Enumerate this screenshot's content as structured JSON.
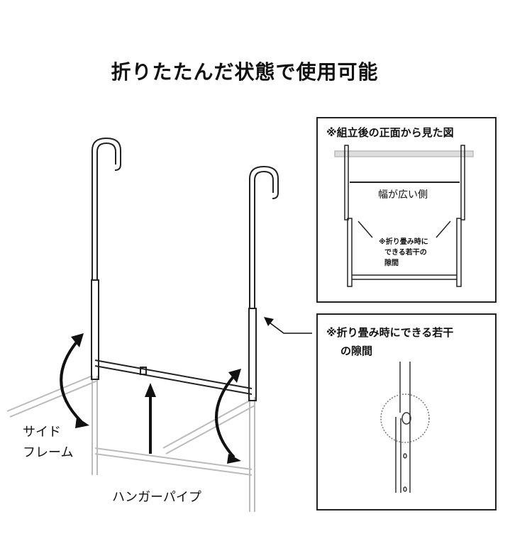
{
  "title": "折りたたんだ状態で使用可能",
  "labels": {
    "side_frame_line1": "サイド",
    "side_frame_line2": "フレーム",
    "hanger_pipe": "ハンガーパイプ"
  },
  "front_view_box": {
    "heading": "※組立後の正面から見た図",
    "width_label": "幅が広い側",
    "gap_note_line1": "※折り畳み時に",
    "gap_note_line2": "できる若干の",
    "gap_note_line3": "隙間"
  },
  "detail_box": {
    "heading_line1": "※折り畳み時にできる若干",
    "heading_line2": "の隙間"
  }
}
